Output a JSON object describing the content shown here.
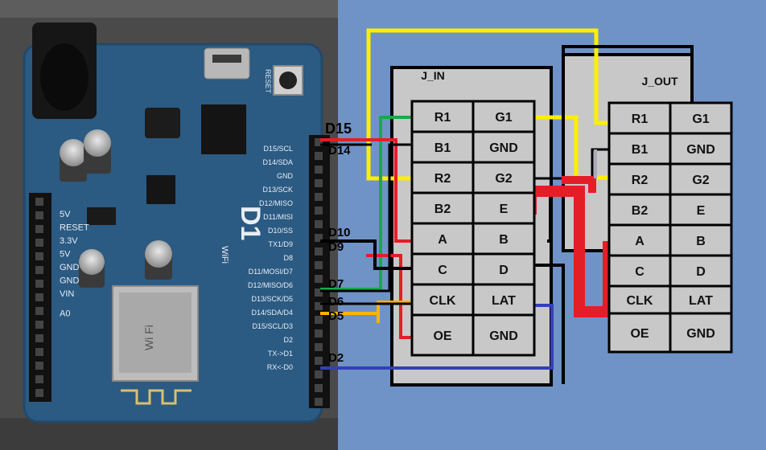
{
  "board": {
    "chip_label": "D1",
    "chip_sublabel": "WiFi",
    "reset_label": "RESET",
    "left_pins": [
      "5V",
      "RESET",
      "3.3V",
      "5V",
      "GND",
      "GND",
      "VIN",
      "A0"
    ],
    "right_pins": [
      "D15/SCL",
      "D14/SDA",
      "GND",
      "D13/SCK",
      "D12/MISO",
      "D11/MISI",
      "D10/SS",
      "TX1/D9",
      "D8",
      "D11/MOSI/D7",
      "D12/MISO/D6",
      "D13/SCK/D5",
      "D14/SDA/D4",
      "D15/SCL/D3",
      "D2",
      "TX->D1",
      "RX<-D0"
    ],
    "module_label": "Wi Fi"
  },
  "pin_labels": [
    "D15",
    "D14",
    "D10",
    "D9",
    "D7",
    "D6",
    "D5",
    "D2"
  ],
  "j_in": {
    "title": "J_IN",
    "rows": [
      [
        "R1",
        "G1"
      ],
      [
        "B1",
        "GND"
      ],
      [
        "R2",
        "G2"
      ],
      [
        "B2",
        "E"
      ],
      [
        "A",
        "B"
      ],
      [
        "C",
        "D"
      ],
      [
        "CLK",
        "LAT"
      ],
      [
        "OE",
        "GND"
      ]
    ]
  },
  "j_out": {
    "title": "J_OUT",
    "rows": [
      [
        "R1",
        "G1"
      ],
      [
        "B1",
        "GND"
      ],
      [
        "R2",
        "G2"
      ],
      [
        "B2",
        "E"
      ],
      [
        "A",
        "B"
      ],
      [
        "C",
        "D"
      ],
      [
        "CLK",
        "LAT"
      ],
      [
        "OE",
        "GND"
      ]
    ]
  },
  "colors": {
    "background": "#6f93c7",
    "connector_fill": "#c8c8c8",
    "wire_black": "#000000",
    "wire_yellow": "#ffee00",
    "wire_green": "#1aa84a",
    "wire_red": "#e41e26",
    "wire_orange": "#ffb400",
    "wire_blue": "#3340b8",
    "board_pcb": "#2b5a82"
  }
}
